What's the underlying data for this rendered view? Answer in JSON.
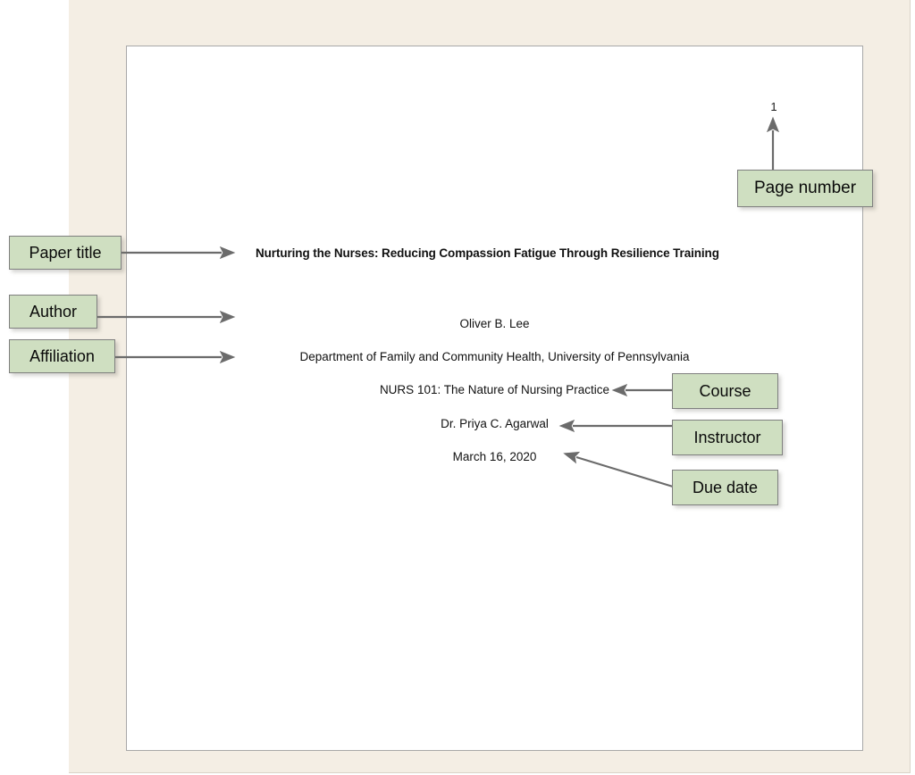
{
  "figure": {
    "type": "annotated-document-diagram",
    "subject": "APA student title page"
  },
  "colors": {
    "page_background": "#ffffff",
    "panel_background": "#f4eee4",
    "document_background": "#ffffff",
    "document_border": "#a8a8a8",
    "label_fill": "#cfdfc1",
    "label_border": "#7f7f7f",
    "arrow": "#6b6b6b",
    "text": "#111111"
  },
  "document": {
    "page_number": "1",
    "title": "Nurturing the Nurses: Reducing Compassion Fatigue Through Resilience Training",
    "author": "Oliver B. Lee",
    "affiliation": "Department of Family and Community Health, University of Pennsylvania",
    "course": "NURS 101: The Nature of Nursing Practice",
    "instructor": "Dr. Priya C. Agarwal",
    "due_date": "March 16, 2020"
  },
  "annotations": {
    "paper_title": "Paper title",
    "author": "Author",
    "affiliation": "Affiliation",
    "page_number": "Page number",
    "course": "Course",
    "instructor": "Instructor",
    "due_date": "Due date"
  }
}
